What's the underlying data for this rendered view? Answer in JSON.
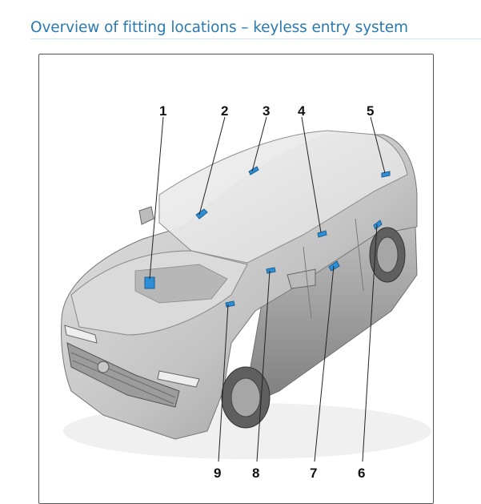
{
  "page": {
    "title": "Overview of fitting locations – keyless entry system"
  },
  "figure": {
    "callouts": [
      {
        "id": "1",
        "label": "1"
      },
      {
        "id": "2",
        "label": "2"
      },
      {
        "id": "3",
        "label": "3"
      },
      {
        "id": "4",
        "label": "4"
      },
      {
        "id": "5",
        "label": "5"
      },
      {
        "id": "6",
        "label": "6"
      },
      {
        "id": "7",
        "label": "7"
      },
      {
        "id": "8",
        "label": "8"
      },
      {
        "id": "9",
        "label": "9"
      }
    ],
    "colors": {
      "car_body": "#c9c9c9",
      "car_shadow": "#9a9a9a",
      "component_highlight": "#2f8fd6",
      "callout_line": "#222222"
    }
  }
}
